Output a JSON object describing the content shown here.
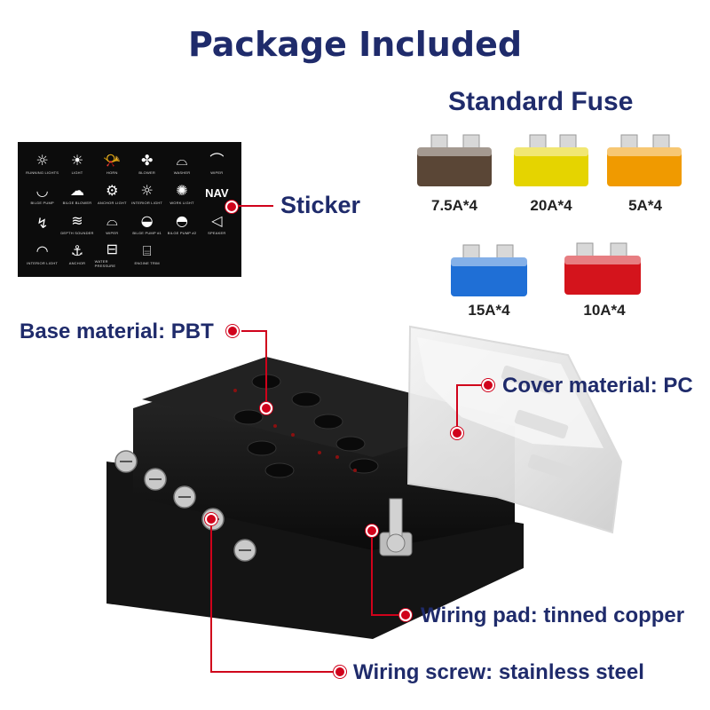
{
  "title": "Package Included",
  "fuses": {
    "heading": "Standard Fuse",
    "items": [
      {
        "label": "7.5A*4",
        "color": "#5a4636"
      },
      {
        "label": "20A*4",
        "color": "#e5d400"
      },
      {
        "label": "5A*4",
        "color": "#f09a00"
      },
      {
        "label": "15A*4",
        "color": "#1f6fd6"
      },
      {
        "label": "10A*4",
        "color": "#d4141c"
      }
    ]
  },
  "sticker": {
    "callout": "Sticker",
    "icons": [
      {
        "glyph": "☼",
        "caption": "RUNNING LIGHTS"
      },
      {
        "glyph": "☀",
        "caption": "LIGHT"
      },
      {
        "glyph": "📯",
        "caption": "HORN"
      },
      {
        "glyph": "✤",
        "caption": "BLOWER"
      },
      {
        "glyph": "⌓",
        "caption": "WASHER"
      },
      {
        "glyph": "⌒",
        "caption": "WIPER"
      },
      {
        "glyph": "◡",
        "caption": "BILGE PUMP"
      },
      {
        "glyph": "☁",
        "caption": "BILGE BLOWER"
      },
      {
        "glyph": "⚙",
        "caption": "ANCHOR LIGHT"
      },
      {
        "glyph": "☼",
        "caption": "INTERIOR LIGHT"
      },
      {
        "glyph": "✺",
        "caption": "WORK LIGHT"
      },
      {
        "glyph": "NAV",
        "caption": ""
      },
      {
        "glyph": "↯",
        "caption": ""
      },
      {
        "glyph": "≋",
        "caption": "DEPTH SOUNDER"
      },
      {
        "glyph": "⌓",
        "caption": "WIPER"
      },
      {
        "glyph": "◒",
        "caption": "BILGE PUMP #1"
      },
      {
        "glyph": "◓",
        "caption": "BILGE PUMP #2"
      },
      {
        "glyph": "◁",
        "caption": "SPEAKER"
      },
      {
        "glyph": "◠",
        "caption": "INTERIOR LIGHT"
      },
      {
        "glyph": "⚓",
        "caption": "ANCHOR"
      },
      {
        "glyph": "⊟",
        "caption": "WATER PRESSURE"
      },
      {
        "glyph": "⌸",
        "caption": "ENGINE TRIM"
      },
      {
        "glyph": "",
        "caption": ""
      },
      {
        "glyph": "",
        "caption": ""
      }
    ]
  },
  "callouts": {
    "base": "Base material: PBT",
    "cover": "Cover material: PC",
    "pad": "Wiring pad: tinned copper",
    "screw": "Wiring screw: stainless steel"
  },
  "colors": {
    "heading": "#1f2b6b",
    "accent": "#d0021b"
  }
}
